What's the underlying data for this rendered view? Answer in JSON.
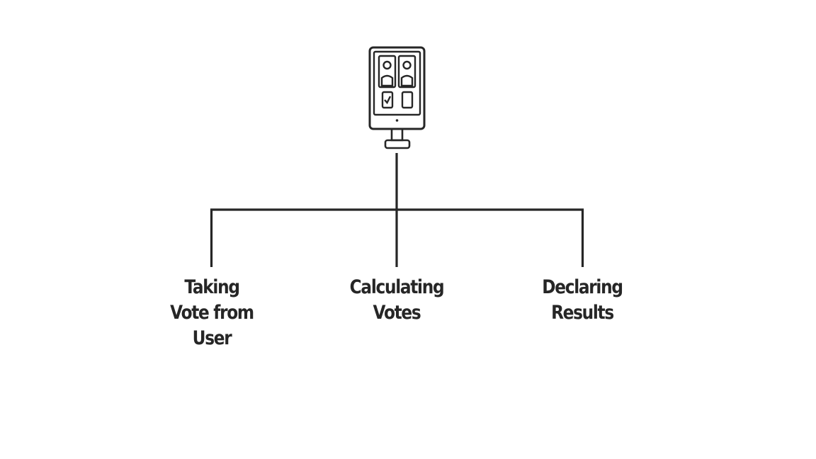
{
  "diagram": {
    "root": {
      "icon": "computer-voting-icon"
    },
    "nodes": [
      {
        "lines": [
          "Taking",
          "Vote from",
          "User"
        ]
      },
      {
        "lines": [
          "Calculating",
          "Votes"
        ]
      },
      {
        "lines": [
          "Declaring",
          "Results"
        ]
      }
    ],
    "colors": {
      "line": "#262626",
      "text": "#262626",
      "background": "#ffffff"
    }
  }
}
